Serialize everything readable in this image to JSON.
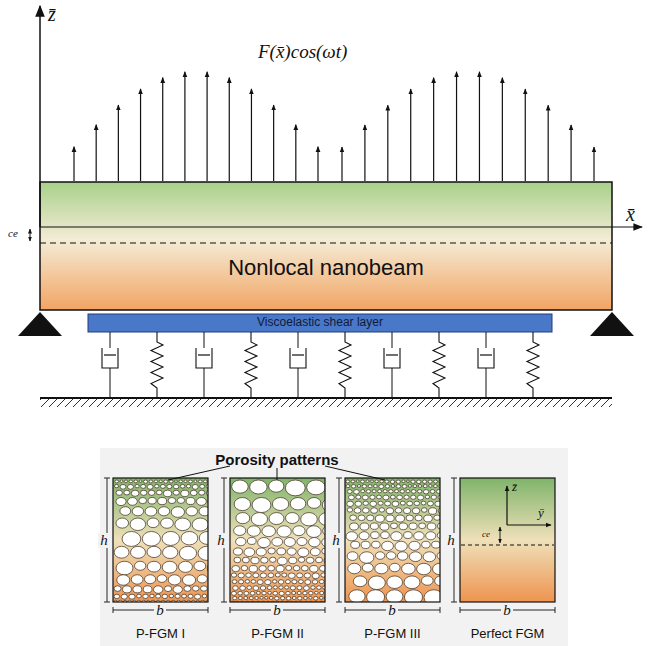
{
  "diagram": {
    "nodes": [
      {
        "text": [
          "Nonlocal nanobeam"
        ]
      },
      {
        "text": [
          "Viscoelastic shear layer"
        ]
      },
      {
        "text": [
          "P-FGM I"
        ]
      },
      {
        "text": [
          "P-FGM II"
        ]
      },
      {
        "text": [
          "P-FGM III"
        ]
      },
      {
        "text": [
          "Perfect FGM"
        ]
      }
    ],
    "labels": [
      "z̄",
      "x̄",
      "ce",
      "F(x̄)cos(ωt)",
      "Porosity patterns",
      "h",
      "h",
      "h",
      "h",
      "b",
      "b",
      "b",
      "b",
      "z̄",
      "ȳ",
      "ce"
    ]
  }
}
